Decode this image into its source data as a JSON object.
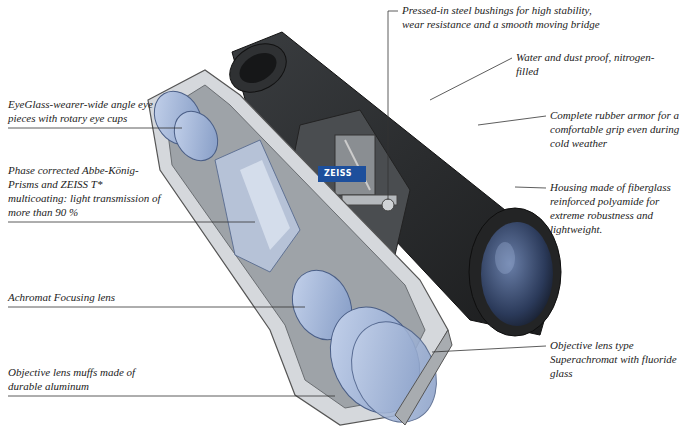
{
  "diagram": {
    "labels": [
      "Pressed-in steel bushings for high stability, wear resistance and a smooth moving bridge",
      "Water and dust proof, nitrogen-filled",
      "Complete rubber armor for a comfortable grip even during cold weather",
      "Housing made of fiberglass reinforced polyamide for extreme robustness and lightweight.",
      "EyeGlass-wearer-wide angle eye pieces with rotary eye cups",
      "Phase corrected Abbe-König-Prisms and ZEISS T* multicoating: light transmission of more than 90 %",
      "Achromat Focusing lens",
      "Objective lens muffs made of durable aluminum",
      "Objective lens type Superachromat with fluoride glass",
      "ZEISS"
    ]
  }
}
